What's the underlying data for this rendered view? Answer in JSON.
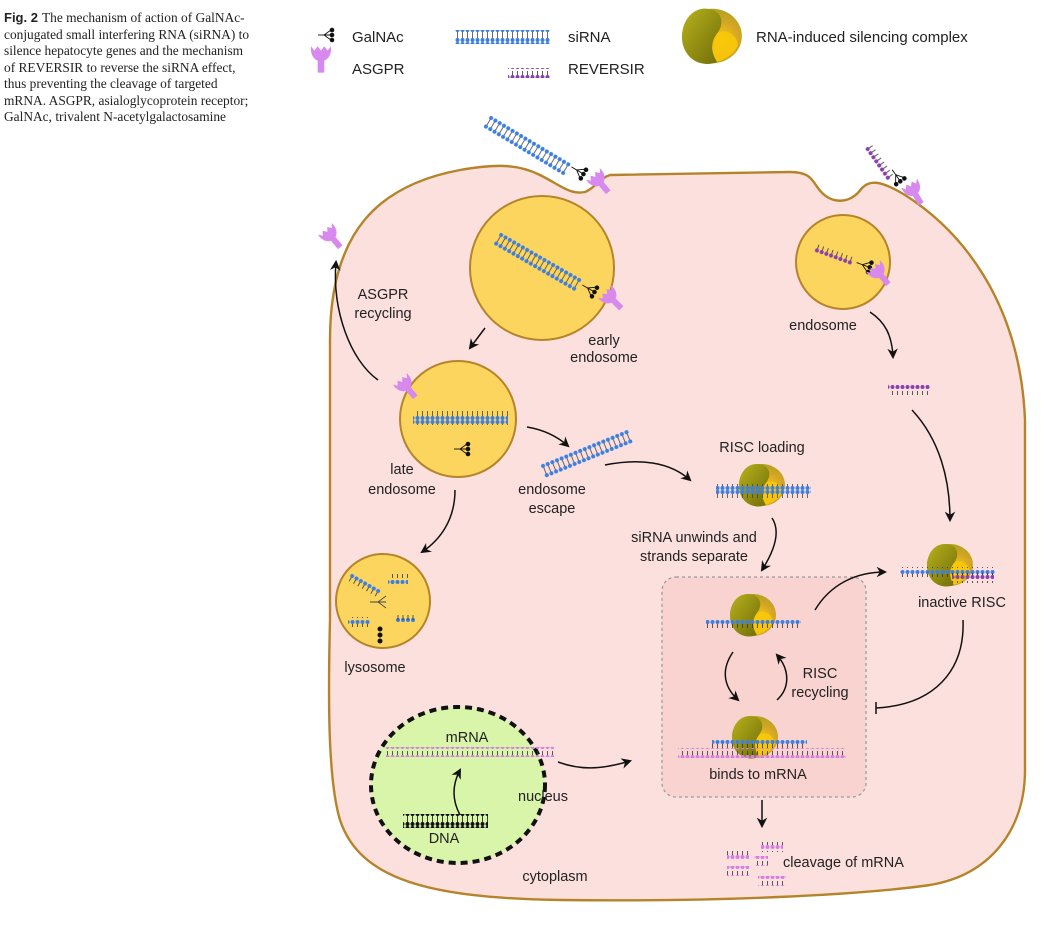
{
  "caption": {
    "label": "Fig. 2",
    "text": "The mechanism of action of GalNAc-conjugated small interfering RNA (siRNA) to silence hepatocyte genes and the mechanism of REVERSIR to reverse the siRNA effect, thus preventing the cleavage of targeted mRNA. ASGPR, asialoglycoprotein receptor; GalNAc, trivalent N-acetylgalactosamine"
  },
  "legend": {
    "galnac": "GalNAc",
    "asgpr": "ASGPR",
    "sirna": "siRNA",
    "reversir": "REVERSIR",
    "risc": "RNA-induced silencing complex"
  },
  "labels": {
    "asgpr_recycling_1": "ASGPR",
    "asgpr_recycling_2": "recycling",
    "early_endosome_1": "early",
    "early_endosome_2": "endosome",
    "late_endosome_1": "late",
    "late_endosome_2": "endosome",
    "endosome_escape_1": "endosome",
    "endosome_escape_2": "escape",
    "lysosome": "lysosome",
    "endosome": "endosome",
    "risc_loading": "RISC loading",
    "unwinds_1": "siRNA unwinds and",
    "unwinds_2": "strands separate",
    "inactive_risc": "inactive RISC",
    "risc_recycling_1": "RISC",
    "risc_recycling_2": "recycling",
    "binds_mrna": "binds to mRNA",
    "mrna": "mRNA",
    "dna": "DNA",
    "nucleus": "nucleus",
    "cytoplasm": "cytoplasm",
    "cleavage": "cleavage of mRNA"
  },
  "colors": {
    "cell_fill": "#fbe0dd",
    "cell_stroke": "#b5842a",
    "vesicle_fill": "#fcd55f",
    "vesicle_stroke": "#b5842a",
    "nucleus_fill": "#d8f5a9",
    "sirna": "#3d7fe0",
    "reversir": "#8b3fb0",
    "asgpr": "#d889ee",
    "mrna": "#d77ee6",
    "risc_dark": "#8f8c10",
    "risc_light": "#f5c700",
    "box_fill": "#f9d3cf"
  }
}
